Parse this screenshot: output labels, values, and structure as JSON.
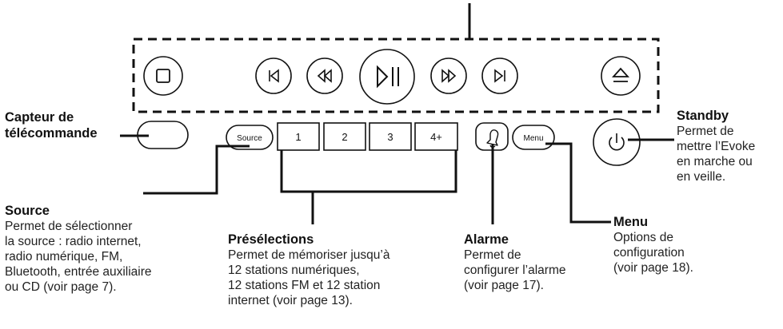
{
  "callouts": {
    "capteur": {
      "title": [
        "Capteur de",
        "télécommande"
      ]
    },
    "source": {
      "title": "Source",
      "desc": [
        "Permet de sélectionner",
        "la source : radio internet,",
        "radio numérique, FM,",
        "Bluetooth, entrée auxiliaire",
        "ou CD (voir page 7)."
      ]
    },
    "presel": {
      "title": "Présélections",
      "desc": [
        "Permet de mémoriser jusqu’à",
        "12 stations numériques,",
        "12 stations FM et 12 station",
        "internet (voir page 13)."
      ]
    },
    "alarme": {
      "title": "Alarme",
      "desc": [
        "Permet de",
        "configurer l’alarme",
        "(voir page 17)."
      ]
    },
    "menu": {
      "title": "Menu",
      "desc": [
        "Options de",
        "configuration",
        "(voir page 18)."
      ]
    },
    "standby": {
      "title": "Standby",
      "desc": [
        "Permet de",
        "mettre l’Evoke",
        "en marche ou",
        "en veille."
      ]
    }
  },
  "buttons": {
    "source": "Source",
    "preset1": "1",
    "preset2": "2",
    "preset3": "3",
    "preset4": "4+",
    "menu": "Menu"
  },
  "icons": [
    "stop-icon",
    "previous-track-icon",
    "rewind-icon",
    "play-pause-icon",
    "fast-forward-icon",
    "next-track-icon",
    "eject-icon",
    "alarm-bell-icon",
    "power-icon"
  ]
}
